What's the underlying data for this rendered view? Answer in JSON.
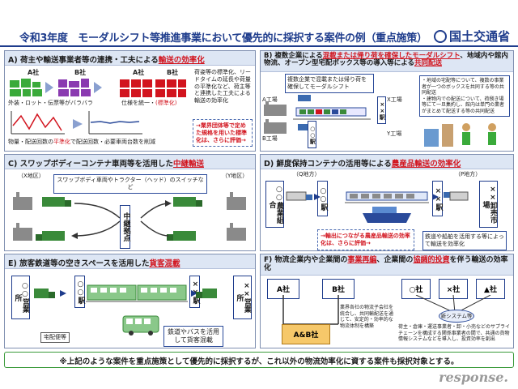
{
  "header": {
    "title": "令和3年度　モーダルシフト等推進事業において優先的に採択する案件の例（重点施策）",
    "ministry": "国土交通省"
  },
  "panelA": {
    "head_prefix": "A) 荷主や輸送事業者等の連携・工夫による",
    "head_highlight": "輸送の効率化",
    "company_a": "A社",
    "company_b": "B社",
    "company_a2": "A社",
    "company_b2": "B社",
    "label_before": "外装・ロット・伝票等がバラバラ",
    "label_after_prefix": "仕様を統一・",
    "label_after_hl": "(標準化)",
    "desc": "荷姿等の標準化、リードタイムの延長や荷量の平準化など、荷主等と連携した工夫による輸送の効率化",
    "chart_label_prefix": "物量・配送回数の",
    "chart_label_hl": "平準化",
    "chart_label_suffix": "で配送回数・必要車両台数を削減",
    "note": "→業界団体等で定めた規格を用いた標準化は、さらに評価→"
  },
  "panelB": {
    "head_prefix": "B) 複数企業による",
    "head_highlight1": "混載または帰り荷を確保したモーダルシフト",
    "head_mid": "、地域内や館内物流、オープン型宅配ボックス等の導入等による",
    "head_highlight2": "共同配送",
    "box_text": "複数企業で混載または帰り荷を確保してモーダルシフト",
    "factory_a": "A工場",
    "factory_b": "B工場",
    "factory_x": "X工場",
    "factory_y": "Y工場",
    "station_left": "××駅",
    "station_right": "○○駅",
    "right_note": "・地域の宅配等について、複数の事業者が一つのボックスを共同する等の共同配送\n・建物内での配送について、荷捌き場等にて一旦集約し、館内は単門の業者がまとめて配送する等の共同配送"
  },
  "panelC": {
    "head_prefix": "C) スワップボディーコンテナ車両等を活用した",
    "head_highlight": "中継輸送",
    "x_area": "（X地区）",
    "y_area": "（Y地区）",
    "switch_label": "スワップボディ車両やトラクター（ヘッド）のスイッチなど",
    "relay_base": "中継拠点"
  },
  "panelD": {
    "head_prefix": "D) 鮮度保持コンテナの活用等による",
    "head_highlight": "農産品輸送の効率化",
    "q_area": "（Q地方）",
    "p_area": "（P地方）",
    "agri_coop": "○○農業組合",
    "station_a": "○○駅",
    "station_b": "××駅",
    "market": "××卸売市場",
    "note": "→輸出につながる農産品輸送の効率化は、さらに評価→",
    "boat_note": "鉄道や船舶を活用する等によって輸送を効率化"
  },
  "panelE": {
    "head_prefix": "E) 旅客鉄道等の空きスペースを活用した",
    "head_highlight": "貨客混載",
    "office_a": "○○営業所",
    "station_a": "○○駅",
    "station_b": "××駅",
    "office_b": "××営業所",
    "home_delivery": "宅配便等",
    "rail_bus": "鉄道やバスを活用して貨客混載"
  },
  "panelF": {
    "head_prefix": "F) 物流企業内や企業間の",
    "head_highlight1": "事業再編",
    "head_mid": "、企業間の",
    "head_highlight2": "協調的投資",
    "head_suffix": "を伴う輸送の効率化",
    "company_a": "A社",
    "company_b": "B社",
    "company_ab": "A&B社",
    "company_o": "○社",
    "company_x": "×社",
    "company_tri": "▲社",
    "new_system": "新システム等",
    "note_left": "業界各社の物流子会社を統合し、共同輸配送を通じて、安定的・効率的な物流体制を構築",
    "note_right": "荷主・倉庫・運送事業者・卸・小売などのサプライチェーンを構成する関係事業者の間で、共通の貨物情報システムなどを導入し、投資効率を創出"
  },
  "footer": {
    "text": "※上記のような案件を重点施策として優先的に採択するが、これ以外の物流効率化に資する案件も採択対象とする。"
  },
  "watermark": "response."
}
